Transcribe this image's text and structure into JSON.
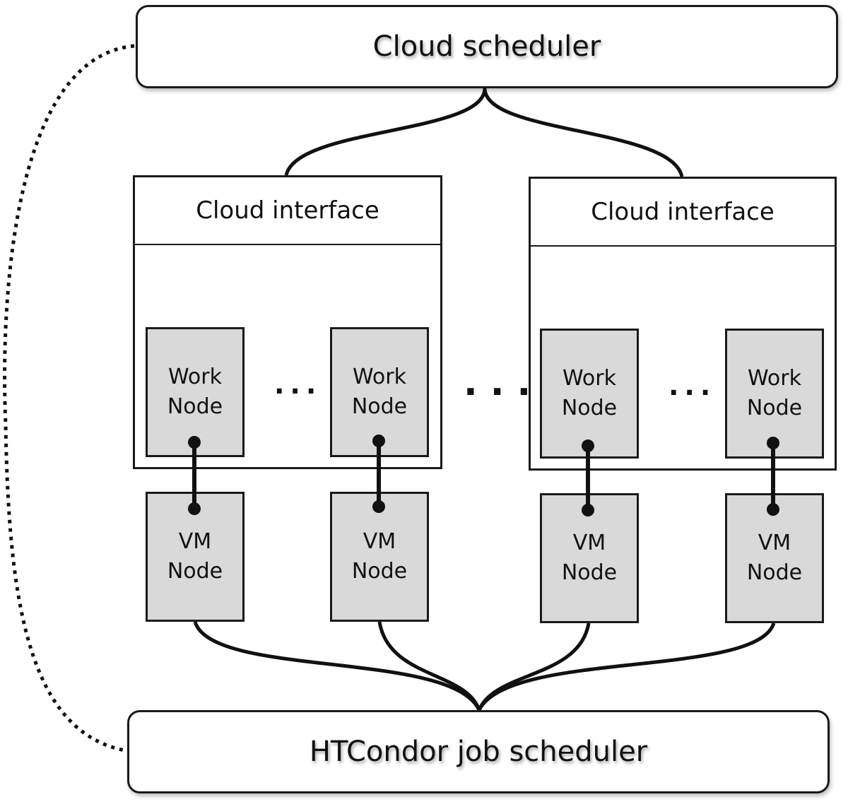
{
  "cloud_scheduler": {
    "label": "Cloud scheduler"
  },
  "job_scheduler": {
    "label": "HTCondor job scheduler"
  },
  "clouds": [
    {
      "header": "Cloud interface",
      "work_nodes": [
        {
          "line1": "Work",
          "line2": "Node"
        },
        {
          "line1": "Work",
          "line2": "Node"
        }
      ],
      "vm_nodes": [
        {
          "line1": "VM",
          "line2": "Node"
        },
        {
          "line1": "VM",
          "line2": "Node"
        }
      ],
      "ellipsis": "..."
    },
    {
      "header": "Cloud interface",
      "work_nodes": [
        {
          "line1": "Work",
          "line2": "Node"
        },
        {
          "line1": "Work",
          "line2": "Node"
        }
      ],
      "vm_nodes": [
        {
          "line1": "VM",
          "line2": "Node"
        },
        {
          "line1": "VM",
          "line2": "Node"
        }
      ],
      "ellipsis": "..."
    }
  ],
  "between_clouds_ellipsis": "..."
}
